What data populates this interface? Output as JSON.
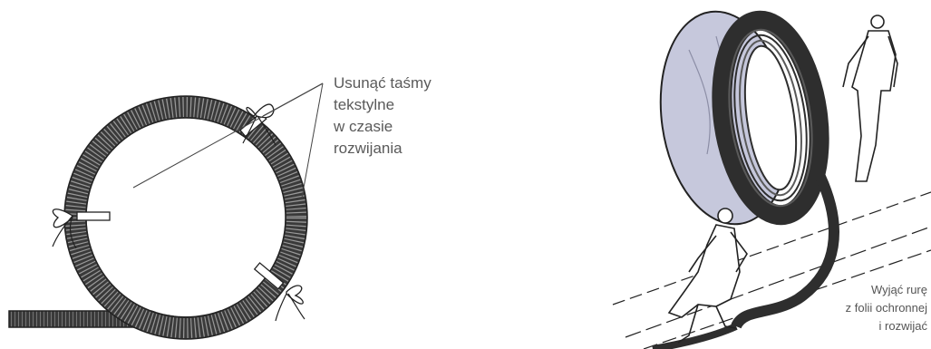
{
  "left_figure": {
    "instruction_lines": [
      "Usunąć taśmy",
      "tekstylne",
      "w czasie",
      "rozwijania"
    ]
  },
  "right_figure": {
    "instruction_lines": [
      "Wyjąć rurę",
      "z folii ochronnej",
      "i rozwijać"
    ]
  },
  "colors": {
    "coil_dark": "#3a3a3a",
    "coil_ridge": "#9a9a9a",
    "foil_fill": "#c6c8dc",
    "line": "#222222",
    "text": "#5a5a5a"
  }
}
